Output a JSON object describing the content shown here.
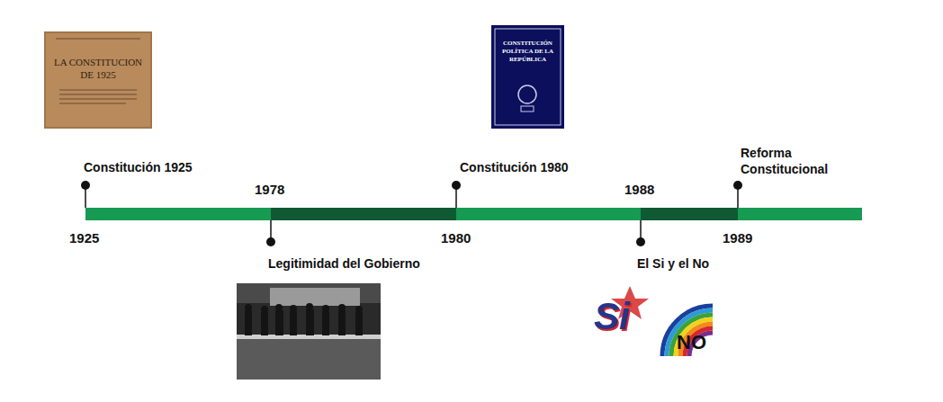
{
  "diagram": {
    "labels": [
      "Constitución 1925",
      "1925",
      "1978",
      "Legitimidad del Gobierno",
      "Constitución 1980",
      "1980",
      "1988",
      "El Si y el No",
      "Reforma Constitucional",
      "1989",
      "LA CONSTITUCION DE 1925",
      "CONSTITUCIÓN POLÍTICA DE LA REPÚBLICA",
      "Si",
      "NO"
    ]
  }
}
